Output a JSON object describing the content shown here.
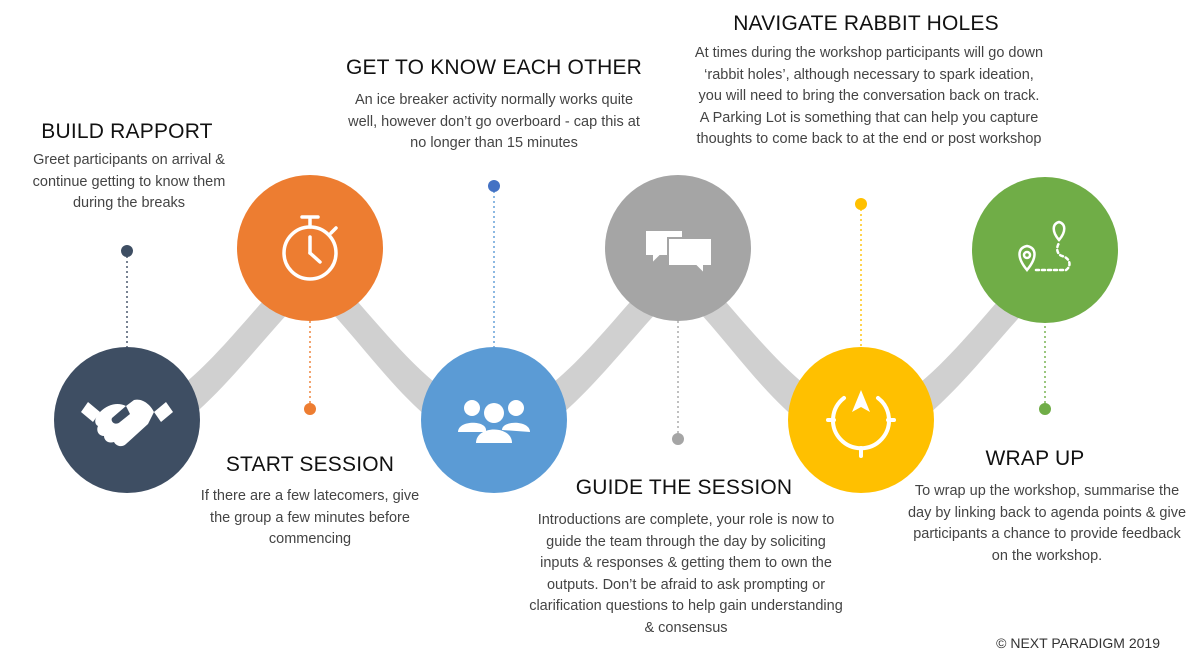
{
  "steps": [
    {
      "title": "BUILD RAPPORT",
      "text": "Greet participants on arrival & continue getting to know them during the breaks",
      "color": "#3E4E63",
      "icon": "handshake-icon"
    },
    {
      "title": "START SESSION",
      "text": "If there are a few latecomers, give the group a few minutes before commencing",
      "color": "#ED7D31",
      "icon": "stopwatch-icon"
    },
    {
      "title": "GET TO KNOW EACH OTHER",
      "text": "An ice breaker activity normally works quite well, however don’t go overboard - cap this at no longer than 15 minutes",
      "color": "#5B9BD5",
      "icon": "group-icon"
    },
    {
      "title": "GUIDE THE SESSION",
      "text": "Introductions are complete, your role is now to guide the team through the day by soliciting inputs & responses & getting them to own the outputs. Don’t be afraid to ask prompting or clarification questions to help gain understanding & consensus",
      "color": "#A5A5A5",
      "icon": "chat-bubbles-icon"
    },
    {
      "title": "NAVIGATE RABBIT HOLES",
      "text": "At times during the workshop participants will go down ‘rabbit holes’, although necessary to spark ideation, you will need to bring the conversation back on track. A Parking Lot is something that can help you capture thoughts to come back to at the end or post workshop",
      "color": "#FFC000",
      "icon": "compass-icon"
    },
    {
      "title": "WRAP UP",
      "text": "To wrap up the workshop, summarise the day by linking back to agenda points & give participants a chance to provide feedback on the workshop.",
      "color": "#70AD47",
      "icon": "route-pin-icon"
    }
  ],
  "copyright": "© NEXT PARADIGM 2019",
  "wave_color": "#D0D0D0"
}
